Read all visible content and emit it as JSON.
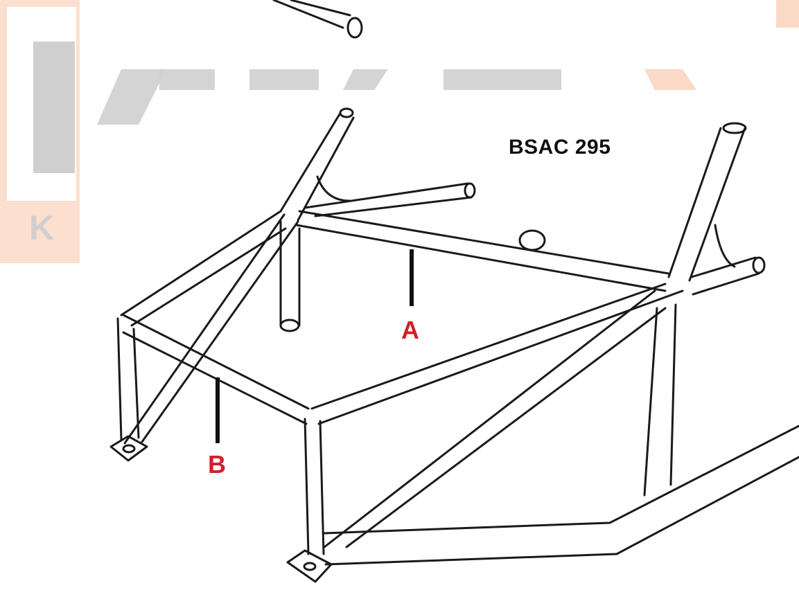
{
  "diagram": {
    "title": "BSAC 295",
    "labels": {
      "a": "A",
      "b": "B"
    },
    "watermark": {
      "text": "K"
    }
  },
  "colors": {
    "line": "#1a1a1a",
    "label_red": "#d0202a",
    "watermark_orange": "#fbd9c7",
    "watermark_gray": "#cfcfcf",
    "background": "#ffffff"
  }
}
